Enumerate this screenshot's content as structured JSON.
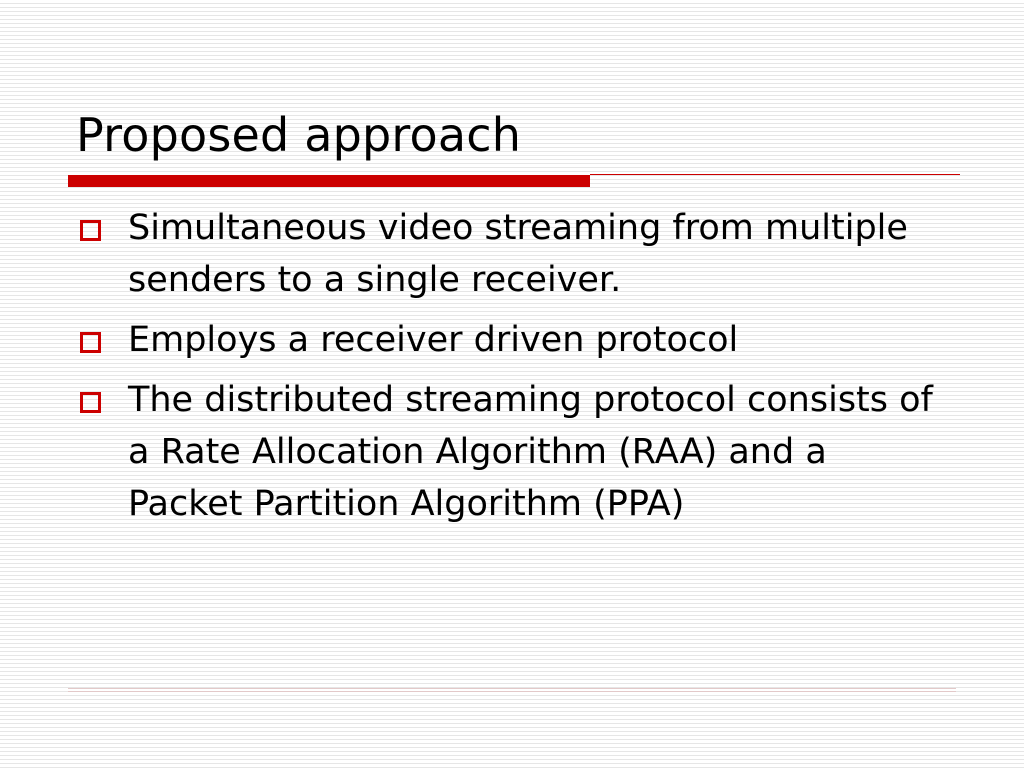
{
  "slide": {
    "title": "Proposed approach",
    "bullets": [
      "Simultaneous video streaming from multiple senders to a single receiver.",
      "Employs a receiver driven protocol",
      "The distributed streaming protocol consists of a Rate Allocation Algorithm (RAA) and a Packet Partition Algorithm (PPA)"
    ]
  },
  "colors": {
    "accent": "#cc0000",
    "text": "#000000",
    "background": "#ffffff",
    "stripe": "#e6e6e6"
  },
  "icons": {
    "bullet": "hollow-square-icon"
  }
}
